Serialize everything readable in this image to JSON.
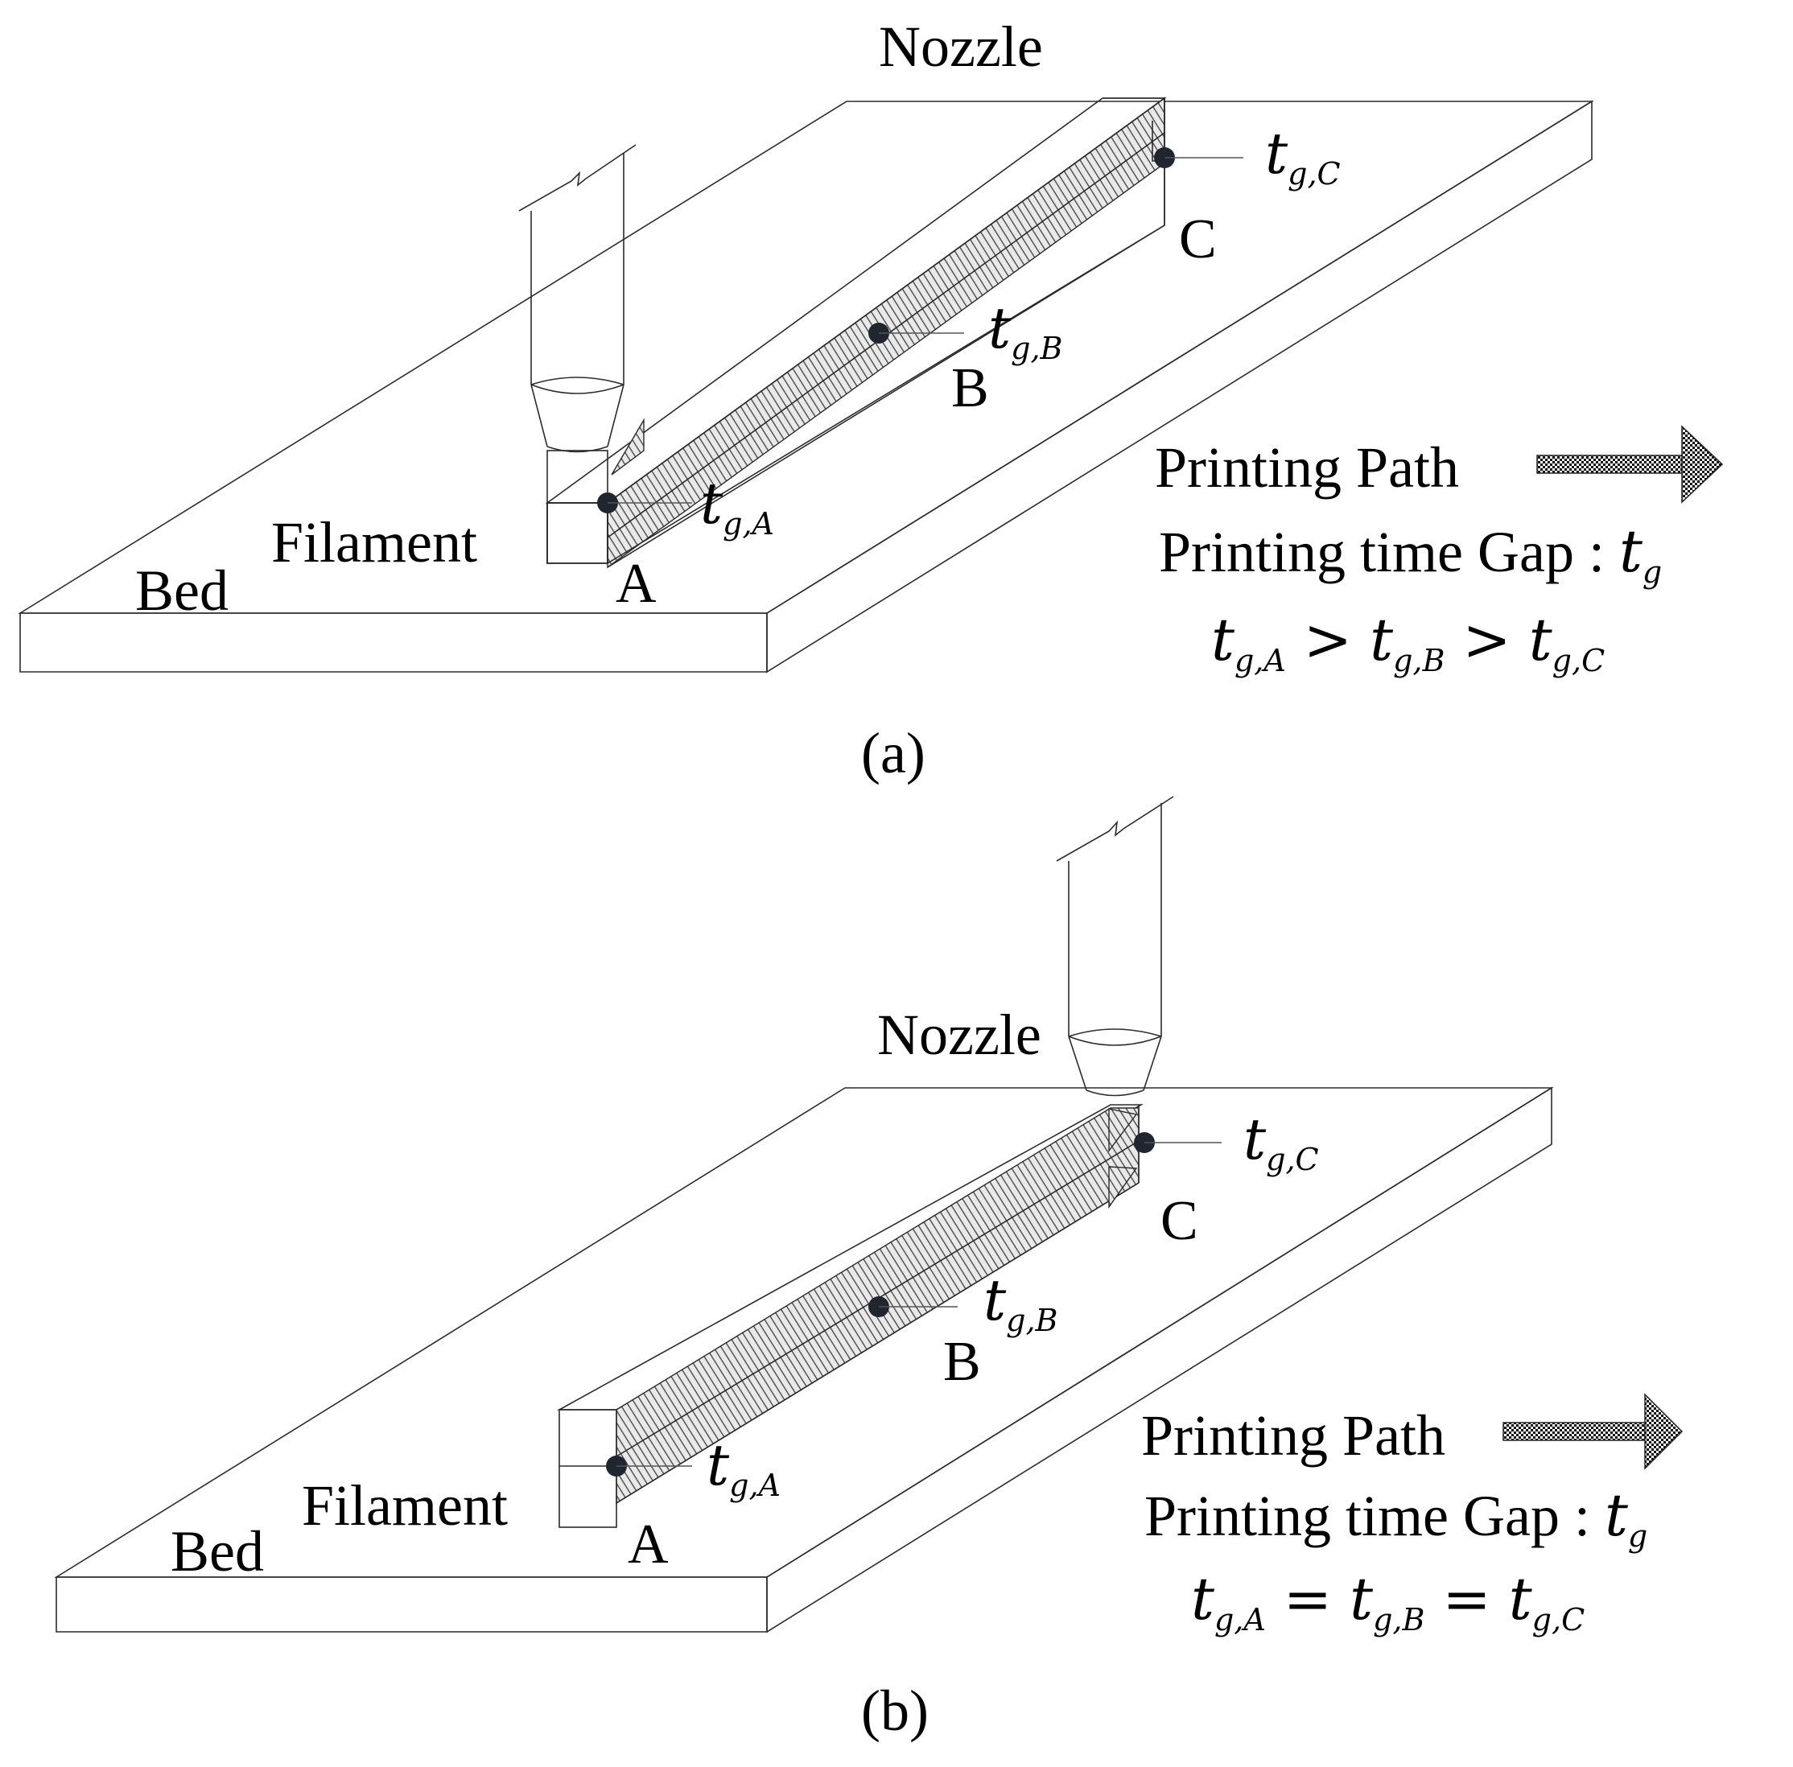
{
  "panel_a": {
    "caption": "(a)",
    "nozzle": "Nozzle",
    "filament": "Filament",
    "bed": "Bed",
    "points": [
      "A",
      "B",
      "C"
    ],
    "tg_a": {
      "t": "t",
      "sub": "g,A"
    },
    "tg_b": {
      "t": "t",
      "sub": "g,B"
    },
    "tg_c": {
      "t": "t",
      "sub": "g,C"
    },
    "legend_path": "Printing Path",
    "legend_gap": "Printing time Gap : ",
    "legend_gap_sym": "t",
    "legend_gap_sub": "g",
    "relation": {
      "lhs": "t",
      "lhs_sub": "g,A",
      "op1": ">",
      "mid": "t",
      "mid_sub": "g,B",
      "op2": ">",
      "rhs": "t",
      "rhs_sub": "g,C"
    }
  },
  "panel_b": {
    "caption": "(b)",
    "nozzle": "Nozzle",
    "filament": "Filament",
    "bed": "Bed",
    "points": [
      "A",
      "B",
      "C"
    ],
    "tg_a": {
      "t": "t",
      "sub": "g,A"
    },
    "tg_b": {
      "t": "t",
      "sub": "g,B"
    },
    "tg_c": {
      "t": "t",
      "sub": "g,C"
    },
    "legend_path": "Printing Path",
    "legend_gap": "Printing time Gap : ",
    "legend_gap_sym": "t",
    "legend_gap_sub": "g",
    "relation": {
      "lhs": "t",
      "lhs_sub": "g,A",
      "op1": "=",
      "mid": "t",
      "mid_sub": "g,B",
      "op2": "=",
      "rhs": "t",
      "rhs_sub": "g,C"
    }
  },
  "colors": {
    "line": "#2b2b2b",
    "dot": "#1f2630",
    "background": "#ffffff"
  }
}
